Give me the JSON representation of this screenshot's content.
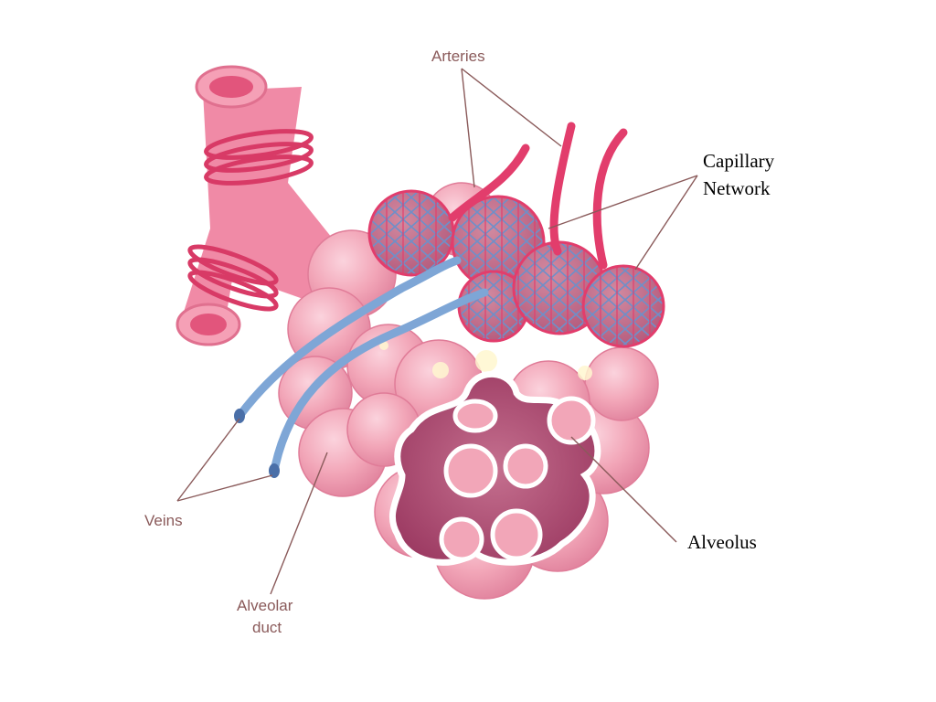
{
  "labels": {
    "arteries": "Arteries",
    "capillary_line1": "Capillary",
    "capillary_line2": "Network",
    "alveolus": "Alveolus",
    "veins": "Veins",
    "alveolar_duct_line1": "Alveolar",
    "alveolar_duct_line2": "duct"
  },
  "colors": {
    "tissue": "#f2a6b8",
    "tissue_dark": "#e0708f",
    "artery": "#e23d6c",
    "vein": "#7ea6d6",
    "cut_wall": "#ffffff",
    "cut_inner": "#b84a72",
    "label_sans": "#8a5a5a",
    "label_serif": "#000000"
  }
}
